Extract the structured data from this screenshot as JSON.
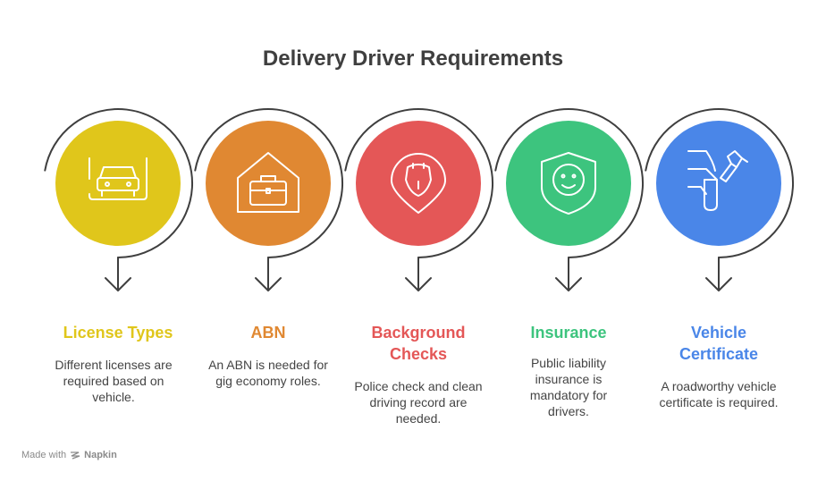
{
  "title": "Delivery Driver Requirements",
  "steps": [
    {
      "label_lines": [
        "License Types"
      ],
      "desc": "Different licenses are required based on vehicle.",
      "color": "#e0c61b",
      "icon": "car-icon"
    },
    {
      "label_lines": [
        "ABN"
      ],
      "desc": "An ABN is needed for gig economy roles.",
      "color": "#e08832",
      "icon": "briefcase-icon"
    },
    {
      "label_lines": [
        "Background",
        "Checks"
      ],
      "desc": "Police check and clean driving record are needed.",
      "color": "#e45757",
      "icon": "police-badge-icon"
    },
    {
      "label_lines": [
        "Insurance"
      ],
      "desc": "Public liability insurance is mandatory for drivers.",
      "color": "#3dc47e",
      "icon": "shield-face-icon"
    },
    {
      "label_lines": [
        "Vehicle",
        "Certificate"
      ],
      "desc": "A roadworthy vehicle certificate is required.",
      "color": "#4a86e8",
      "icon": "wrench-icon"
    }
  ],
  "footer": {
    "made_with": "Made with",
    "brand": "Napkin"
  }
}
